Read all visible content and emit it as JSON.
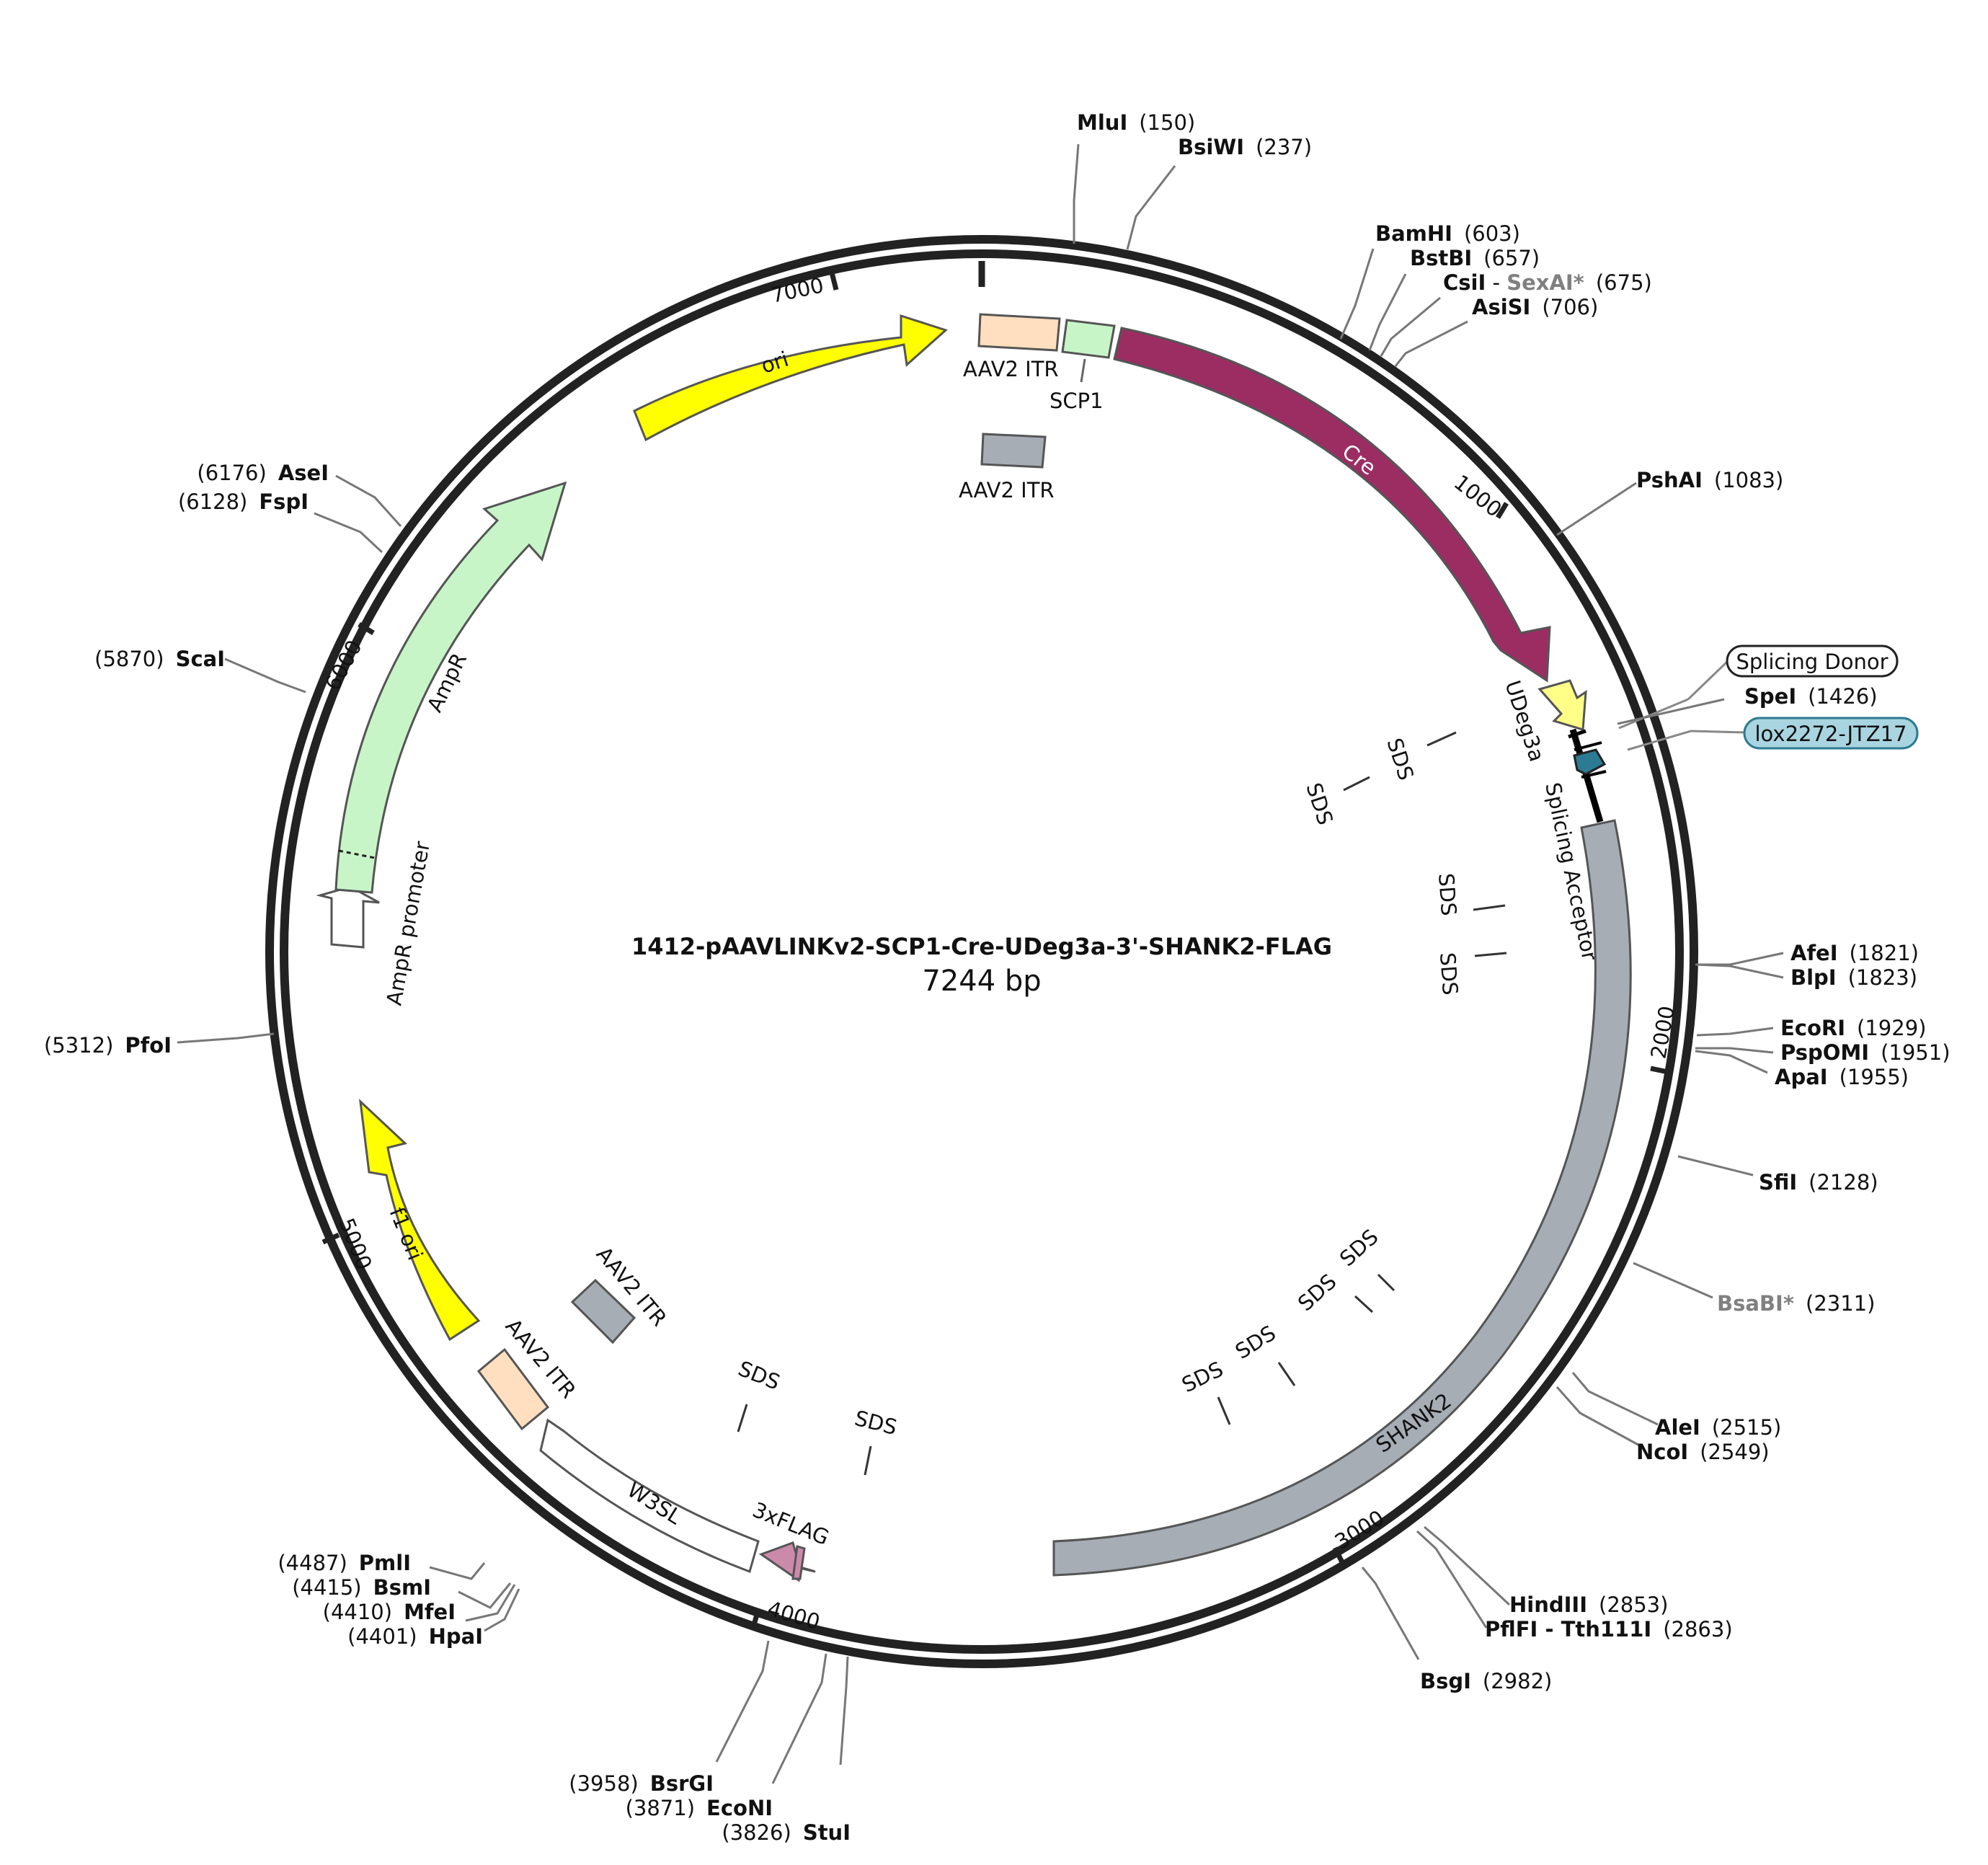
{
  "plasmid": {
    "name": "1412-pAAVLINKv2-SCP1-Cre-UDeg3a-3'-SHANK2-FLAG",
    "length_label": "7244 bp",
    "length": 7244
  },
  "ticks": [
    {
      "label": "1000",
      "pos": 1000
    },
    {
      "label": "2000",
      "pos": 2000
    },
    {
      "label": "3000",
      "pos": 3000
    },
    {
      "label": "4000",
      "pos": 4000
    },
    {
      "label": "5000",
      "pos": 5000
    },
    {
      "label": "6000",
      "pos": 6000
    },
    {
      "label": "7000",
      "pos": 7000
    }
  ],
  "features": [
    {
      "label": "ori",
      "color": "#ffff00"
    },
    {
      "label": "AAV2 ITR",
      "color": "#ffdfbf"
    },
    {
      "label": "SCP1",
      "color": "#c8f5c8"
    },
    {
      "label": "AAV2 ITR",
      "color": "#a7adb5"
    },
    {
      "label": "Cre",
      "color": "#9b2d63"
    },
    {
      "label": "UDeg3a",
      "color": "#ffff88"
    },
    {
      "label": "Splicing Acceptor",
      "color": "#000000"
    },
    {
      "label": "SHANK2",
      "color": "#a7adb5"
    },
    {
      "label": "3xFLAG",
      "color": "#cc8aaa"
    },
    {
      "label": "W3SL",
      "color": "#ffffff"
    },
    {
      "label": "AAV2 ITR",
      "color": "#ffdfbf"
    },
    {
      "label": "AAV2 ITR",
      "color": "#a7adb5"
    },
    {
      "label": "f1 ori",
      "color": "#ffff00"
    },
    {
      "label": "AmpR promoter",
      "color": "#ffffff"
    },
    {
      "label": "AmpR",
      "color": "#c8f5c8"
    }
  ],
  "sds_label": "SDS",
  "flag_labels": [
    {
      "label": "Splicing Donor",
      "color": "#ffffff"
    },
    {
      "label": "lox2272-JTZ17",
      "color": "#a9d5e1"
    }
  ],
  "sites": [
    {
      "name": "MluI",
      "pos": "(150)"
    },
    {
      "name": "BsiWI",
      "pos": "(237)"
    },
    {
      "name": "BamHI",
      "pos": "(603)"
    },
    {
      "name": "BstBI",
      "pos": "(657)"
    },
    {
      "name": "CsiI",
      "pos": "(675)",
      "sep": " - ",
      "name2": "SexAI*"
    },
    {
      "name": "AsiSI",
      "pos": "(706)"
    },
    {
      "name": "PshAI",
      "pos": "(1083)"
    },
    {
      "name": "SpeI",
      "pos": "(1426)"
    },
    {
      "name": "AfeI",
      "pos": "(1821)"
    },
    {
      "name": "BlpI",
      "pos": "(1823)"
    },
    {
      "name": "EcoRI",
      "pos": "(1929)"
    },
    {
      "name": "PspOMI",
      "pos": "(1951)"
    },
    {
      "name": "ApaI",
      "pos": "(1955)"
    },
    {
      "name": "SfiI",
      "pos": "(2128)"
    },
    {
      "name": "BsaBI*",
      "pos": "(2311)"
    },
    {
      "name": "AleI",
      "pos": "(2515)"
    },
    {
      "name": "NcoI",
      "pos": "(2549)"
    },
    {
      "name": "HindIII",
      "pos": "(2853)"
    },
    {
      "name": "PflFI",
      "pos": "(2863)",
      "sep": " - ",
      "name2": "Tth111I"
    },
    {
      "name": "BsgI",
      "pos": "(2982)"
    },
    {
      "name": "StuI",
      "pos": "(3826)"
    },
    {
      "name": "EcoNI",
      "pos": "(3871)"
    },
    {
      "name": "BsrGI",
      "pos": "(3958)"
    },
    {
      "name": "HpaI",
      "pos": "(4401)"
    },
    {
      "name": "MfeI",
      "pos": "(4410)"
    },
    {
      "name": "BsmI",
      "pos": "(4415)"
    },
    {
      "name": "PmlI",
      "pos": "(4487)"
    },
    {
      "name": "PfoI",
      "pos": "(5312)"
    },
    {
      "name": "ScaI",
      "pos": "(5870)"
    },
    {
      "name": "FspI",
      "pos": "(6128)"
    },
    {
      "name": "AseI",
      "pos": "(6176)"
    }
  ]
}
